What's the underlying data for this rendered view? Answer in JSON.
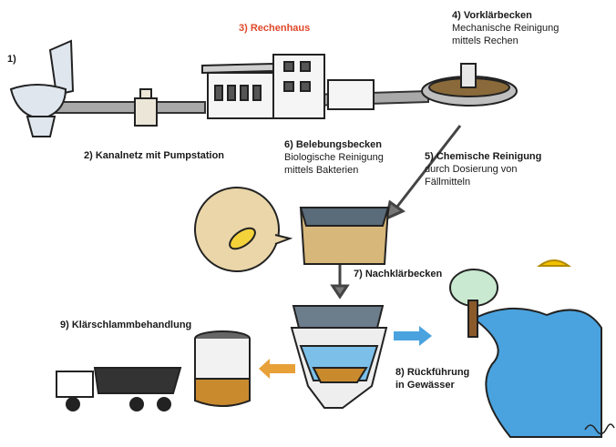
{
  "labels": {
    "step1": "1)",
    "step2": "2) Kanalnetz mit Pumpstation",
    "step3": "3) Rechenhaus",
    "step4_title": "4) Vorklärbecken",
    "step4_line1": "Mechanische Reinigung",
    "step4_line2": "mittels Rechen",
    "step5_title": "5) Chemische Reinigung",
    "step5_line1": "durch Dosierung von",
    "step5_line2": "Fällmitteln",
    "step6_title": "6) Belebungsbecken",
    "step6_line1": "Biologische Reinigung",
    "step6_line2": "mittels Bakterien",
    "step7": "7) Nachklärbecken",
    "step8_line1": "8) Rückführung",
    "step8_line2": "in Gewässer",
    "step9": "9) Klärschlammbehandlung"
  },
  "colors": {
    "highlight": "#e0482a",
    "water": "#4aa3df",
    "sludge": "#c98a2e",
    "pipe": "#9a9a9a",
    "grass": "#3fa34d",
    "sun": "#f2c200"
  },
  "icons": [
    "toilet-icon",
    "pump-station-icon",
    "screen-house-icon",
    "primary-clarifier-icon",
    "aeration-tank-icon",
    "bacteria-icon",
    "secondary-clarifier-icon",
    "sludge-tank-icon",
    "truck-icon",
    "river-icon",
    "tree-icon",
    "sun-icon",
    "signature-icon"
  ]
}
